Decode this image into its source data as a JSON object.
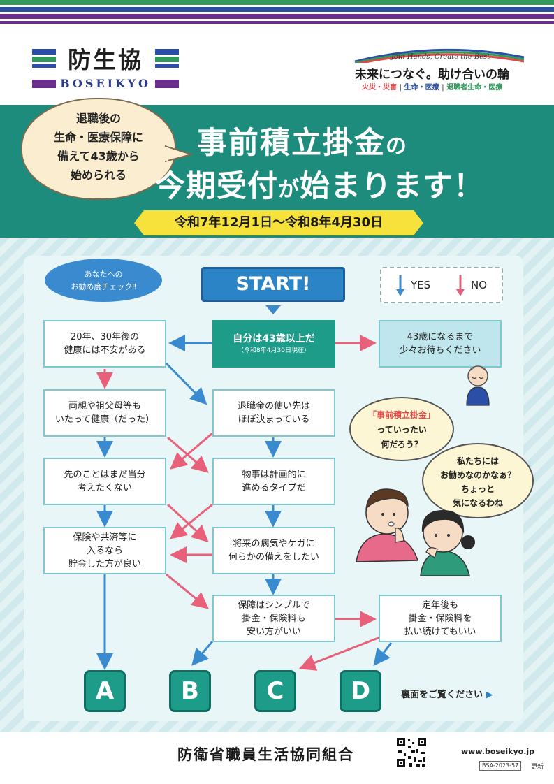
{
  "header": {
    "colors": {
      "stripe_green": "#2f9a5a",
      "stripe_blue": "#2b4fa6",
      "stripe_purple": "#6b2e8c",
      "teal": "#1e8c7c",
      "yes_blue": "#3a8ad0",
      "no_pink": "#e8607a",
      "ribbon_yellow": "#f6e23a"
    },
    "logo_title": "防生協",
    "logo_sub": "BOSEIKYO",
    "slogan_en": "Join Hands, Create the Best",
    "slogan_jp": "未来につなぐ。助け合いの輪",
    "slogan_cat1": "火災・災害",
    "slogan_cat2": "生命・医療",
    "slogan_cat3": "退職者生命・医療",
    "slogan_sep": "|"
  },
  "banner": {
    "bubble_line1": "退職後の",
    "bubble_line2": "生命・医療保障に",
    "bubble_line3": "備えて43歳から",
    "bubble_line4": "始められる",
    "headline1_main": "事前積立掛金",
    "headline1_suffix": "の",
    "headline2_a": "今期受付",
    "headline2_b": "が",
    "headline2_c": "始まります！",
    "date_range": "令和7年12月1日～令和8年4月30日"
  },
  "flow": {
    "check_line1": "あなたへの",
    "check_line2": "お勧め度チェック‼",
    "start": "START!",
    "legend_yes": "YES",
    "legend_no": "NO",
    "q_age": "自分は43歳以上だ",
    "q_age_note": "（令和8年4月30日現在）",
    "wait_line1": "43歳になるまで",
    "wait_line2": "少々お待ちください",
    "left1_line1": "20年、30年後の",
    "left1_line2": "健康には不安がある",
    "left2_line1": "両親や祖父母等も",
    "left2_line2": "いたって健康（だった）",
    "left3_line1": "先のことはまだ当分",
    "left3_line2": "考えたくない",
    "left4_line1": "保険や共済等に",
    "left4_line2": "入るなら",
    "left4_line3": "貯金した方が良い",
    "mid1_line1": "退職金の使い先は",
    "mid1_line2": "ほぼ決まっている",
    "mid2_line1": "物事は計画的に",
    "mid2_line2": "進めるタイプだ",
    "mid3_line1": "将来の病気やケガに",
    "mid3_line2": "何らかの備えをしたい",
    "mid4_line1": "保障はシンプルで",
    "mid4_line2": "掛金・保険料も",
    "mid4_line3": "安い方がいい",
    "right4_line1": "定年後も",
    "right4_line2": "掛金・保険料を",
    "right4_line3": "払い続けてもいい",
    "answers": [
      "A",
      "B",
      "C",
      "D"
    ],
    "think1_line1": "「事前積立掛金」",
    "think1_line2": "っていったい",
    "think1_line3": "何だろう？",
    "think2_line1": "私たちには",
    "think2_line2": "お勧めなのかなぁ？",
    "think2_line3": "ちょっと",
    "think2_line4": "気になるわね",
    "back_note": "裏面をご覧ください",
    "back_note_arrow": "▶"
  },
  "footer": {
    "org_name": "防衛省職員生活協同組合",
    "url": "www.boseikyo.jp",
    "code": "BSA-2023-57",
    "code_suffix": "更新"
  }
}
